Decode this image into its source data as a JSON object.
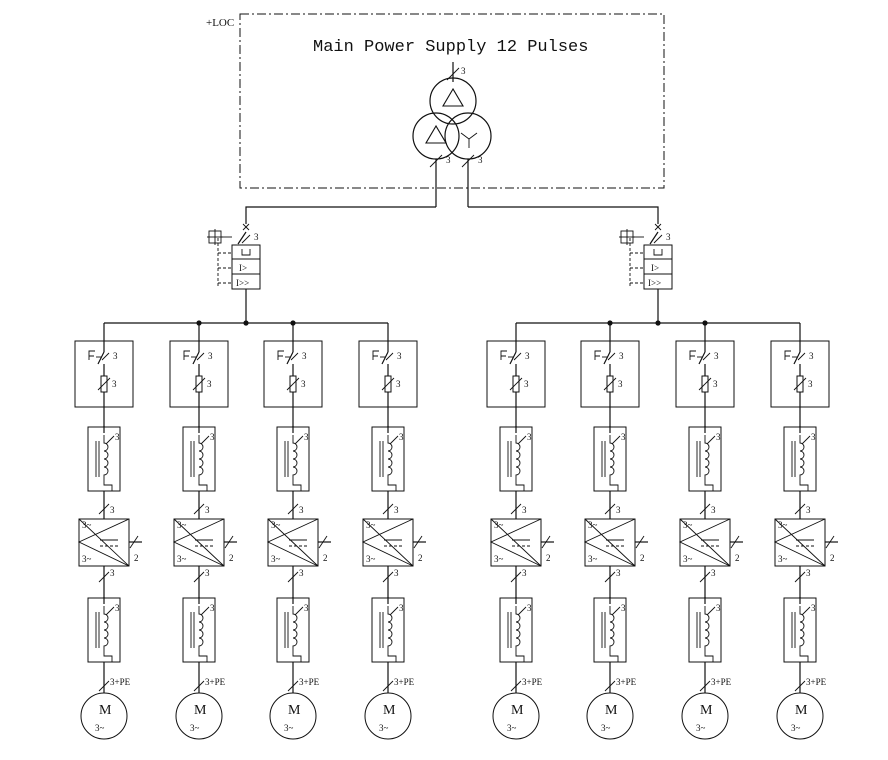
{
  "location_tag": "+LOC",
  "title": "Main Power Supply 12 Pulses",
  "transformer": {
    "input_count": "3",
    "output_left_count": "3",
    "output_right_count": "3"
  },
  "breaker": {
    "count_label": "3",
    "trip_labels": [
      "I>",
      "I>>"
    ]
  },
  "branch_labels": {
    "three": "3",
    "two": "2",
    "phase_sym": "3~",
    "motor_supply": "3+PE",
    "motor_letter": "M",
    "motor_phase": "3~"
  },
  "groups": [
    {
      "id": "left",
      "branches": 4
    },
    {
      "id": "right",
      "branches": 4
    }
  ]
}
